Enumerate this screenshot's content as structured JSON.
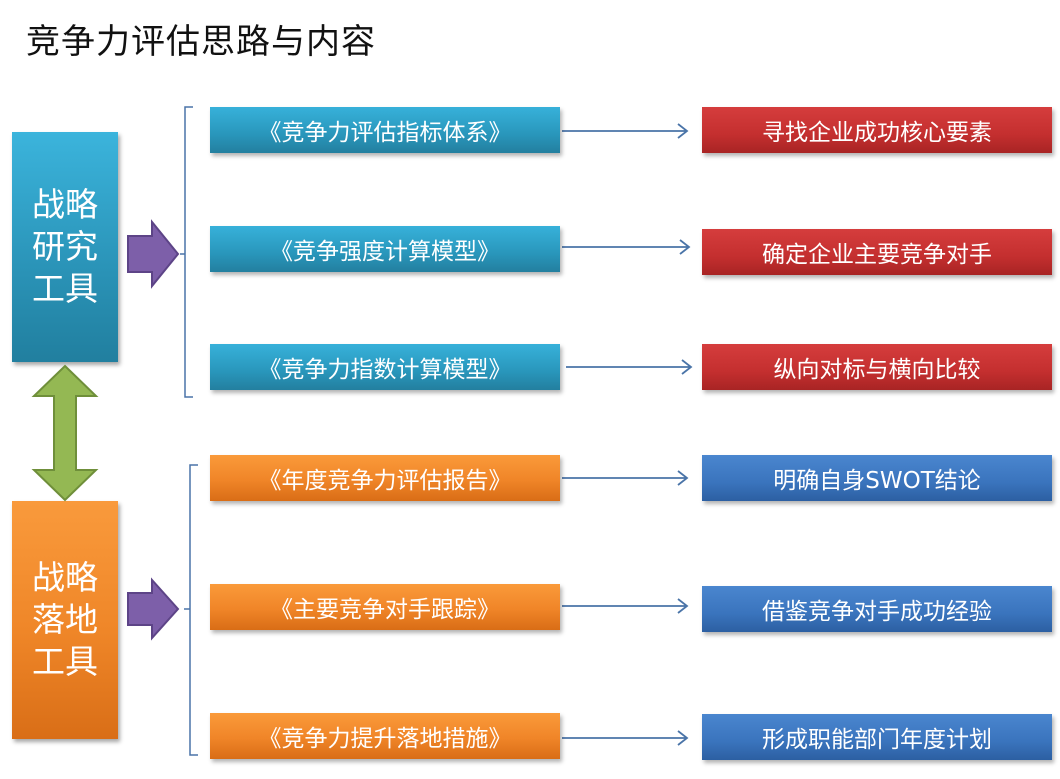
{
  "title": "竞争力评估思路与内容",
  "groups": [
    {
      "label": "战略\n研究\n工具",
      "color": "#2a9bc0",
      "rows": [
        {
          "tool": "《竞争力评估指标体系》",
          "outcome": "寻找企业成功核心要素"
        },
        {
          "tool": "《竞争强度计算模型》",
          "outcome": "确定企业主要竞争对手"
        },
        {
          "tool": "《竞争力指数计算模型》",
          "outcome": "纵向对标与横向比较"
        }
      ],
      "outcome_color": "#c43131"
    },
    {
      "label": "战略\n落地\n工具",
      "color": "#f08a2a",
      "rows": [
        {
          "tool": "《年度竞争力评估报告》",
          "outcome": "明确自身SWOT结论"
        },
        {
          "tool": "《主要竞争对手跟踪》",
          "outcome": "借鉴竞争对手成功经验"
        },
        {
          "tool": "《竞争力提升落地措施》",
          "outcome": "形成职能部门年度计划"
        }
      ],
      "outcome_color": "#3a74bd"
    }
  ],
  "colors": {
    "connector_arrow": "#7a5ca8",
    "bidirectional_arrow": "#8db04a",
    "line": "#4a74a8"
  }
}
